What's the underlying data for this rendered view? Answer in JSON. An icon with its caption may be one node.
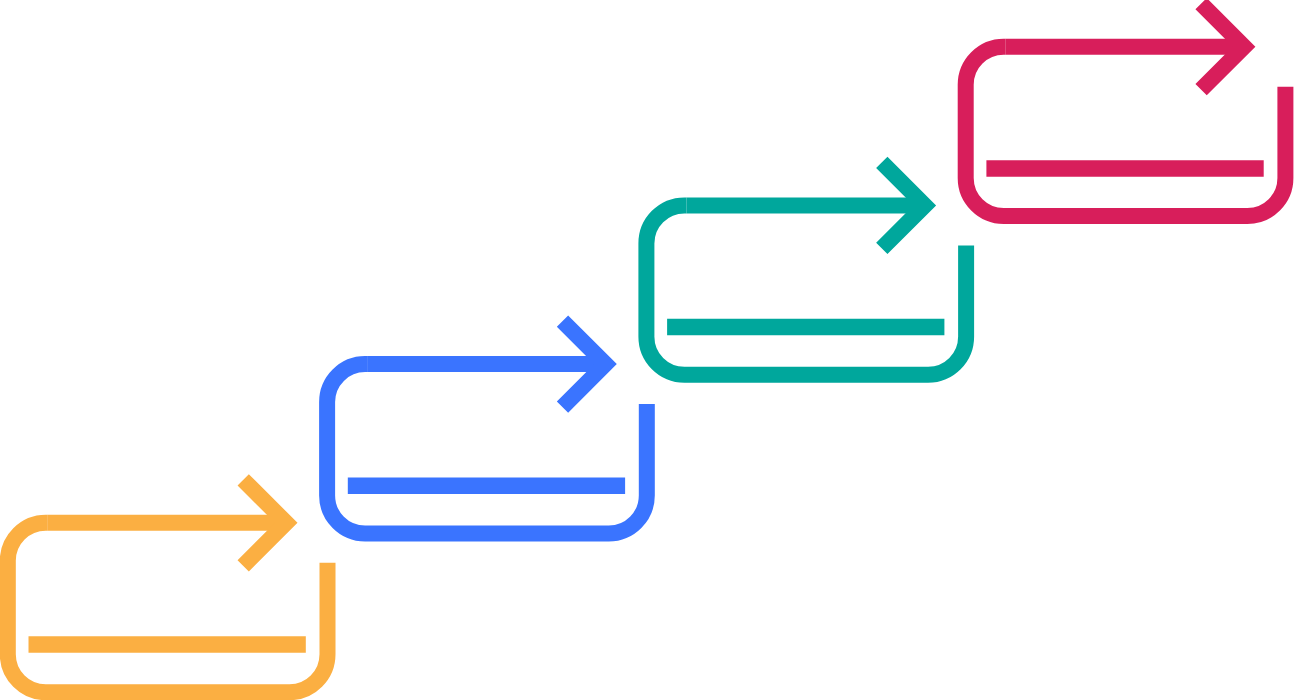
{
  "diagram": {
    "nodes": [
      {
        "text": [],
        "shape": "box"
      },
      {
        "text": [],
        "shape": "box"
      },
      {
        "text": [],
        "shape": "box"
      },
      {
        "text": [],
        "shape": "box"
      }
    ],
    "edges": [
      {
        "from": 0,
        "to": null,
        "arrow": "to",
        "color": "#fbaf42"
      },
      {
        "from": 1,
        "to": null,
        "arrow": "to",
        "color": "#3a74ff"
      },
      {
        "from": 2,
        "to": null,
        "arrow": "to",
        "color": "#00a79c"
      },
      {
        "from": 3,
        "to": null,
        "arrow": "to",
        "color": "#d81e5b"
      }
    ]
  }
}
